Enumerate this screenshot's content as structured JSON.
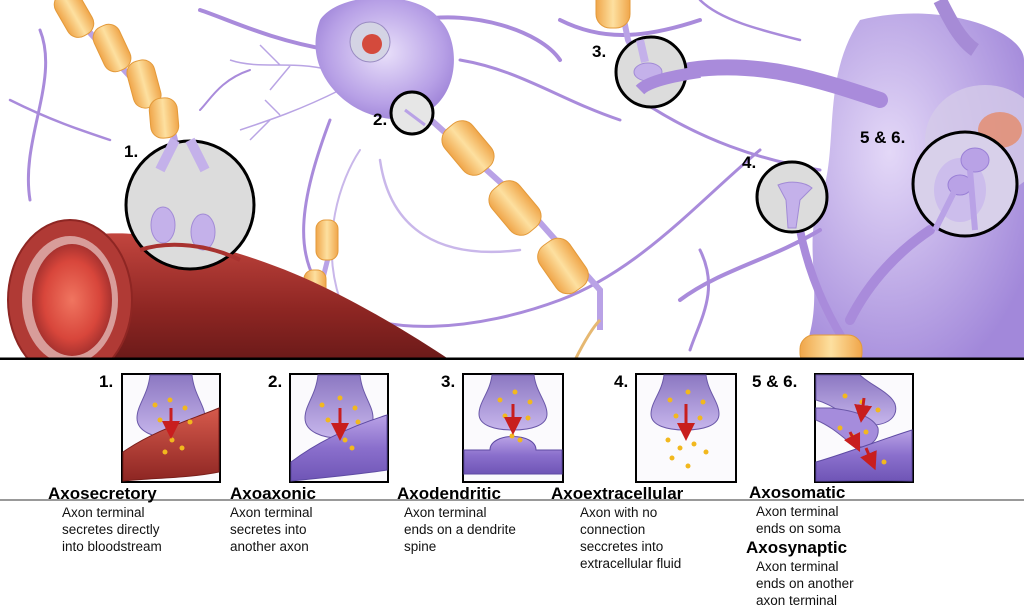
{
  "top_markers": [
    {
      "id": "m1",
      "label": "1."
    },
    {
      "id": "m2",
      "label": "2."
    },
    {
      "id": "m3",
      "label": "3."
    },
    {
      "id": "m4",
      "label": "4."
    },
    {
      "id": "m56",
      "label": "5 & 6."
    }
  ],
  "panel_numbers": [
    {
      "id": "p1",
      "label": "1."
    },
    {
      "id": "p2",
      "label": "2."
    },
    {
      "id": "p3",
      "label": "3."
    },
    {
      "id": "p4",
      "label": "4."
    },
    {
      "id": "p56",
      "label": "5 & 6."
    }
  ],
  "synapse_types": [
    {
      "title": "Axosecretory",
      "description": "Axon terminal\nsecretes directly\ninto bloodstream"
    },
    {
      "title": "Axoaxonic",
      "description": "Axon terminal\nsecretes into\nanother axon"
    },
    {
      "title": "Axodendritic",
      "description": "Axon terminal\nends on a dendrite\nspine"
    },
    {
      "title": "Axoextracellular",
      "description": "Axon with no\nconnection\nseccretes into\nextracellular fluid"
    },
    {
      "title": "Axosomatic",
      "description": "Axon terminal\nends on soma"
    },
    {
      "title": "Axosynaptic",
      "description": "Axon terminal\nends on another\naxon terminal"
    }
  ],
  "colors": {
    "neuron": "#a78bd8",
    "neuron_light": "#d9ccf2",
    "myelin": "#f5c26a",
    "vessel": "#a8322f",
    "vessel_inner": "#e0564a",
    "vesicle": "#f2b81e",
    "arrow": "#c81e1e",
    "zoom_fill": "#dcdcdc"
  },
  "icons": [
    "neuron-illustration",
    "blood-vessel",
    "zoom-circle",
    "synapse-panel",
    "release-arrow"
  ]
}
